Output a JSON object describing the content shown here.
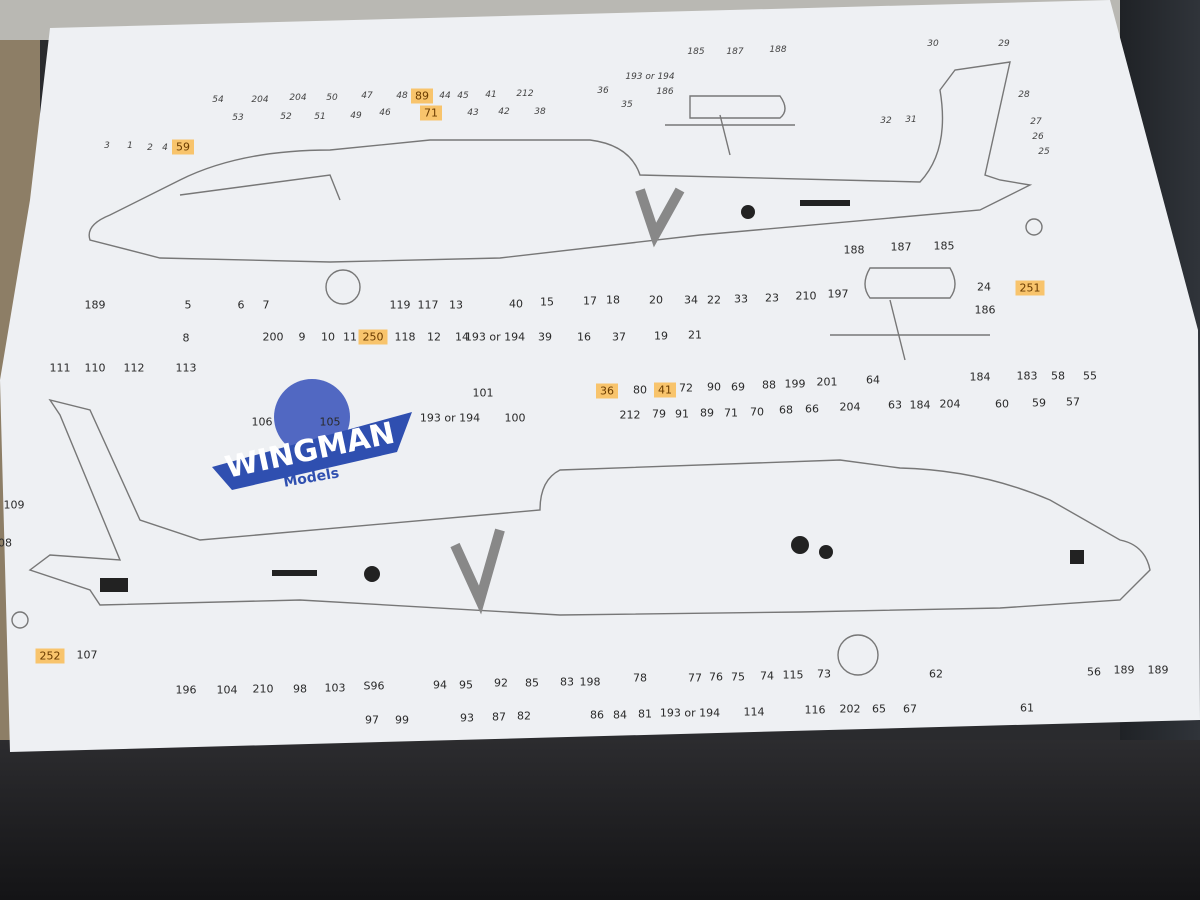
{
  "logo": {
    "brand": "WINGMAN",
    "sub": "Models"
  },
  "upper_view": {
    "labels": [
      "3",
      "1",
      "2",
      "4",
      "59",
      "54",
      "204",
      "53",
      "52",
      "204",
      "51",
      "50",
      "49",
      "47",
      "46",
      "48",
      "89",
      "71",
      "44",
      "45",
      "43",
      "41",
      "42",
      "212",
      "38",
      "36",
      "35",
      "193 or 194",
      "186",
      "185",
      "187",
      "188",
      "30",
      "29",
      "28",
      "32",
      "31",
      "27",
      "26",
      "25",
      "189",
      "5",
      "6",
      "7",
      "8",
      "200",
      "9",
      "10",
      "11",
      "250",
      "118",
      "12",
      "14",
      "193 or 194",
      "39",
      "119",
      "117",
      "13",
      "40",
      "15",
      "17",
      "18",
      "16",
      "37",
      "20",
      "34",
      "22",
      "33",
      "23",
      "210",
      "197",
      "19",
      "21",
      "188",
      "187",
      "185",
      "24",
      "186",
      "251"
    ]
  },
  "lower_view": {
    "labels": [
      "111",
      "110",
      "112",
      "113",
      "106",
      "105",
      "109",
      "08",
      "252",
      "107",
      "193 or 194",
      "101",
      "100",
      "36",
      "80",
      "41",
      "72",
      "90",
      "69",
      "88",
      "199",
      "201",
      "64",
      "184",
      "183",
      "58",
      "55",
      "212",
      "79",
      "91",
      "89",
      "71",
      "70",
      "68",
      "66",
      "204",
      "63",
      "184",
      "204",
      "60",
      "59",
      "57",
      "196",
      "104",
      "210",
      "98",
      "103",
      "S96",
      "97",
      "99",
      "94",
      "95",
      "92",
      "85",
      "83",
      "198",
      "93",
      "87",
      "82",
      "86",
      "84",
      "81",
      "193 or 194",
      "78",
      "77",
      "76",
      "75",
      "74",
      "115",
      "73",
      "114",
      "116",
      "202",
      "65",
      "67",
      "62",
      "61",
      "56",
      "189",
      "189"
    ]
  },
  "highlighted": [
    "59",
    "89",
    "71",
    "250",
    "251",
    "252",
    "36",
    "41"
  ],
  "colors": {
    "highlight": "#f8c46c",
    "logo": "#2f4fb0",
    "paper": "#eef0f3"
  }
}
